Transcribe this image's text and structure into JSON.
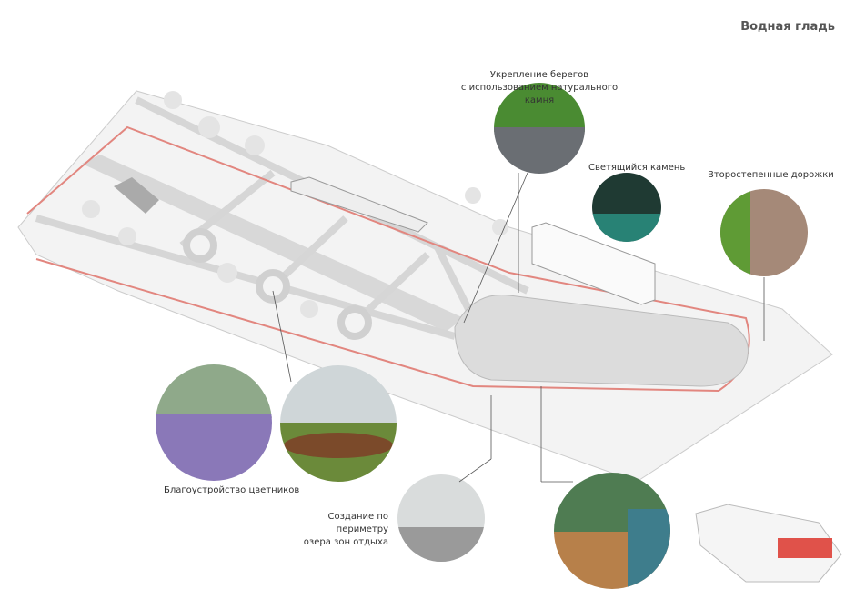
{
  "title": "Водная гладь",
  "callouts": {
    "shore": {
      "line1": "Укрепление берегов",
      "line2": "с использованием натурального камня"
    },
    "glow": "Светящийся камень",
    "paths": "Второстепенные дорожки",
    "flowers": "Благоустройство цветников",
    "rest": {
      "line1": "Создание по периметру",
      "line2": "озера зон отдыха"
    }
  },
  "colors": {
    "accent": "#e2867f",
    "path": "#d4d4d4",
    "lake": "#dcdcdc",
    "minimap_highlight": "#e0524a"
  }
}
